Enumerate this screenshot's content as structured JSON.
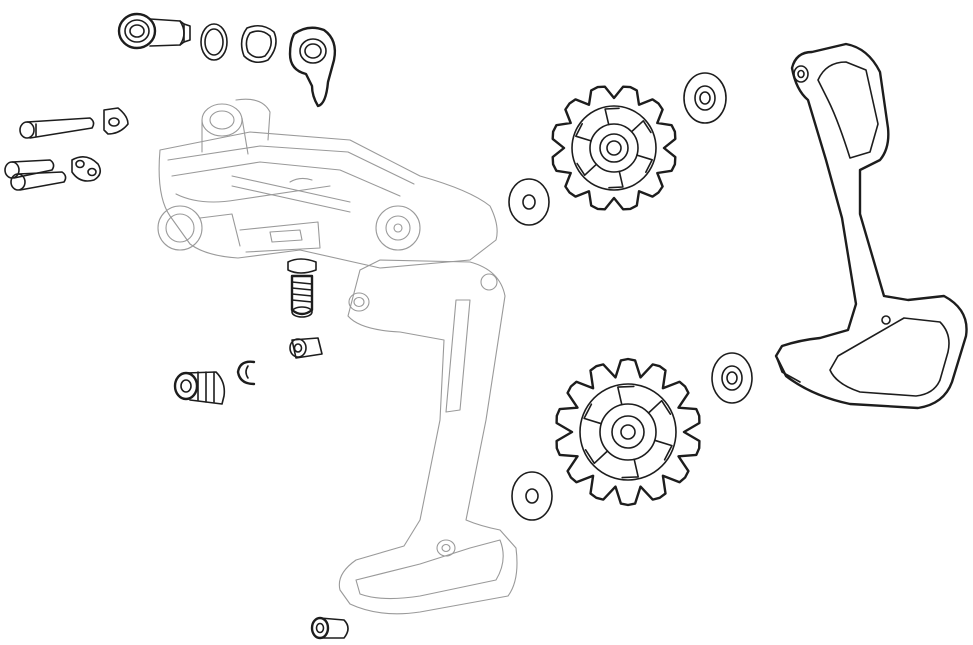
{
  "figure": {
    "type": "exploded-parts-diagram",
    "subject": "rear derailleur",
    "background": "#ffffff",
    "line_color": "#1d1d1d",
    "ghost_color": "#9a9a9a"
  },
  "parts": [
    {
      "id": "mounting-bolt",
      "icon": "bolt-shape"
    },
    {
      "id": "bushing-washer",
      "icon": "ring-shape"
    },
    {
      "id": "seal-ring",
      "icon": "ring-shape"
    },
    {
      "id": "b-knuckle-tab",
      "icon": "bracket-shape"
    },
    {
      "id": "limit-screw-long",
      "icon": "screw-shape"
    },
    {
      "id": "limit-screw-pair",
      "icon": "screw-shape"
    },
    {
      "id": "small-plate",
      "icon": "plate-shape"
    },
    {
      "id": "derailleur-body",
      "icon": "derailleur-shape"
    },
    {
      "id": "cable-anchor-bolt",
      "icon": "bolt-shape"
    },
    {
      "id": "cable-anchor-washer",
      "icon": "washer-shape"
    },
    {
      "id": "barrel-adjuster",
      "icon": "barrel-shape"
    },
    {
      "id": "e-clip",
      "icon": "clip-shape"
    },
    {
      "id": "upper-pulley-wheel",
      "icon": "gear-shape"
    },
    {
      "id": "lower-pulley-wheel",
      "icon": "gear-shape"
    },
    {
      "id": "upper-pulley-washer-left",
      "icon": "washer-shape"
    },
    {
      "id": "upper-pulley-washer-right",
      "icon": "washer-shape"
    },
    {
      "id": "lower-pulley-washer-left",
      "icon": "washer-shape"
    },
    {
      "id": "lower-pulley-washer-right",
      "icon": "washer-shape"
    },
    {
      "id": "outer-cage-plate",
      "icon": "cage-plate-shape"
    },
    {
      "id": "cage-stop-screw",
      "icon": "screw-shape"
    }
  ]
}
